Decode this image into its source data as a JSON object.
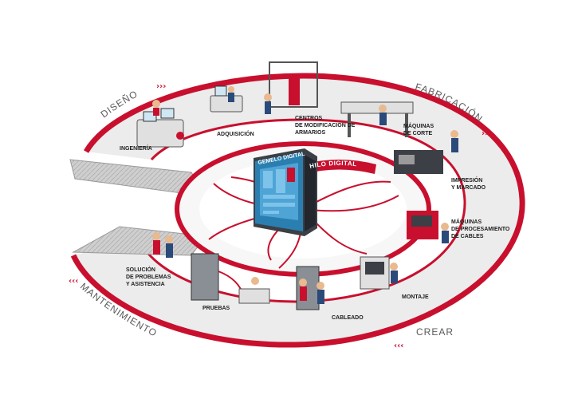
{
  "phases": {
    "diseno": "DISEÑO",
    "fabricacion": "FABRICACIÓN",
    "mantenimiento": "MANTENIMIENTO",
    "crear": "CREAR"
  },
  "arrows": {
    "forward": "›››",
    "back": "‹‹‹"
  },
  "center": {
    "twin": "GEMELO DIGITAL",
    "thread": "HILO DIGITAL"
  },
  "stations": {
    "ingenieria": "INGENIERÍA",
    "adquisicion": "ADQUISICIÓN",
    "centros_1": "CENTROS",
    "centros_2": "DE MODIFICACIÓN DE",
    "centros_3": "ARMARIOS",
    "corte_1": "MÁQUINAS",
    "corte_2": "DE CORTE",
    "impresion_1": "IMPRESIÓN",
    "impresion_2": "Y MARCADO",
    "cables_1": "MÁQUINAS",
    "cables_2": "DE PROCESAMIENTO",
    "cables_3": "DE CABLES",
    "montaje": "MONTAJE",
    "cableado": "CABLEADO",
    "pruebas": "PRUEBAS",
    "solucion_1": "SOLUCIÓN",
    "solucion_2": "DE PROBLEMAS",
    "solucion_3": "Y ASISTENCIA"
  },
  "colors": {
    "accent": "#c8102e",
    "ring_floor": "#ececec",
    "ramp": "#bdbdbd",
    "cabinet": "#2a7fb0"
  }
}
